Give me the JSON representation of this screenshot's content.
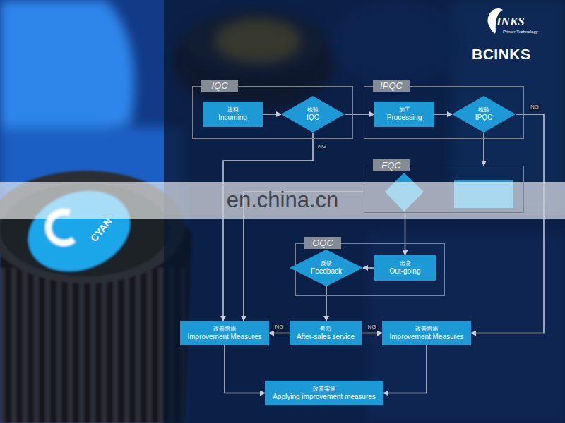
{
  "diagram": {
    "nodes": [
      {
        "text": [
          "IQC"
        ]
      },
      {
        "text": [
          "进料",
          "Incoming"
        ],
        "in": 0
      },
      {
        "text": [
          "检验",
          "IQC"
        ],
        "in": 0
      },
      {
        "text": [
          "IPQC"
        ]
      },
      {
        "text": [
          "加工",
          "Processing"
        ],
        "in": 3
      },
      {
        "text": [
          "检验",
          "IPQC"
        ],
        "in": 3
      },
      {
        "text": [
          "FQC"
        ]
      },
      {
        "text": [
          "OQC"
        ]
      },
      {
        "text": [
          "反馈",
          "Feedback"
        ],
        "in": 7
      },
      {
        "text": [
          "出货",
          "Out-going"
        ],
        "in": 7
      },
      {
        "text": [
          "改善措施",
          "Improvement Measures"
        ]
      },
      {
        "text": [
          "售后",
          "After-sales service"
        ]
      },
      {
        "text": [
          "改善措施",
          "Improvement Measures"
        ]
      },
      {
        "text": [
          "改善实施",
          "Applying improvement measures"
        ]
      }
    ],
    "edges": [
      {
        "from": 1,
        "to": 2,
        "arrow": "to"
      },
      {
        "from": 2,
        "to": 4,
        "arrow": "to"
      },
      {
        "from": 4,
        "to": 5,
        "arrow": "to"
      },
      {
        "from": 5,
        "to": 6,
        "arrow": "to"
      },
      {
        "from": 6,
        "to": 9,
        "arrow": "to"
      },
      {
        "from": 9,
        "to": 8,
        "arrow": "to"
      },
      {
        "from": 8,
        "to": 11,
        "arrow": "to"
      },
      {
        "from": 11,
        "to": 10,
        "arrow": "to",
        "label": "NG"
      },
      {
        "from": 11,
        "to": 12,
        "arrow": "to",
        "label": "NG"
      },
      {
        "from": 2,
        "to": 10,
        "arrow": "to",
        "label": "NG"
      },
      {
        "from": 6,
        "to": 10,
        "arrow": "to"
      },
      {
        "from": 5,
        "to": 12,
        "arrow": "to",
        "label": "NG"
      },
      {
        "from": 10,
        "to": 13,
        "arrow": "to"
      },
      {
        "from": 12,
        "to": 13,
        "arrow": "to"
      }
    ],
    "labels": [
      "CYAN",
      "INKS",
      "Printer Technology",
      "BCINKS",
      "en.china.cn"
    ]
  }
}
